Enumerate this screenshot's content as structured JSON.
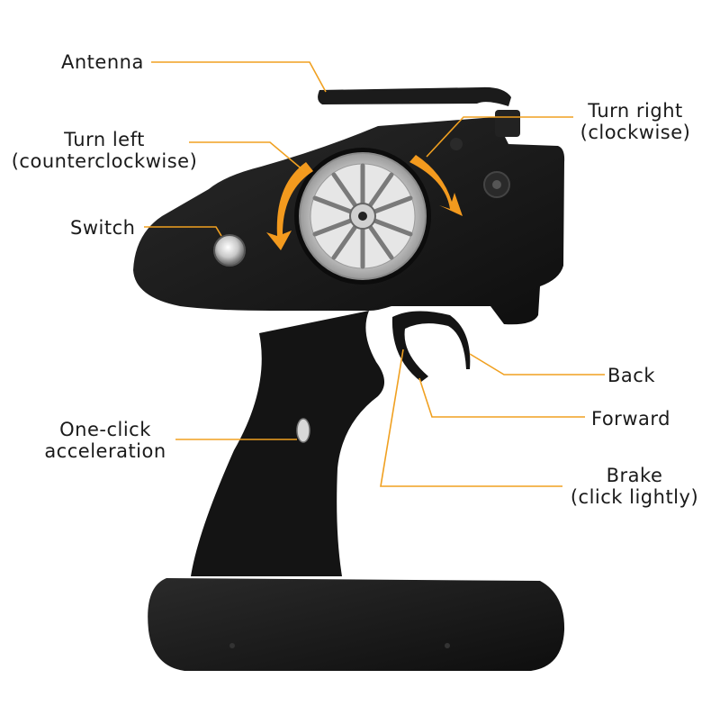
{
  "colors": {
    "callout_line": "#f0a020",
    "arrow": "#f39a1e",
    "body": "#161616",
    "label_text": "#1a1a1a"
  },
  "labels": {
    "antenna": "Antenna",
    "turn_left": [
      "Turn left",
      "(counterclockwise)"
    ],
    "switch": "Switch",
    "one_click": [
      "One-click",
      "acceleration"
    ],
    "turn_right": [
      "Turn right",
      "(clockwise)"
    ],
    "back": "Back",
    "forward": "Forward",
    "brake": [
      "Brake",
      "(click lightly)"
    ]
  }
}
